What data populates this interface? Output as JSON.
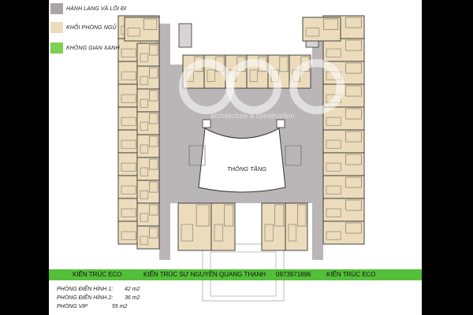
{
  "legend": [
    {
      "label": "HÀNH LANG VÀ LÕI ĐI",
      "color": "#aba5a9"
    },
    {
      "label": "KHỐI PHÒNG NGỦ",
      "color": "#ecdcbc"
    },
    {
      "label": "KHÔNG GIAN XANH",
      "color": "#7fcf52"
    }
  ],
  "plan": {
    "void_label": "THÔNG TẦNG",
    "corridor_color": "#bab6b8",
    "room_color": "#ecdcbc",
    "wall_color": "#333333"
  },
  "banner": {
    "color": "#54bf3a",
    "items": [
      "KIẾN TRÚC ECO",
      "KIẾN TRÚC SƯ NGUYỄN QUANG THẠNH",
      "0973971896",
      "KIẾN TRÚC ECO"
    ]
  },
  "areas": [
    {
      "label": "PHÒNG ĐIỂN HÌNH 1:",
      "value": "42 m2"
    },
    {
      "label": "PHÒNG ĐIỂN HÌNH 2:",
      "value": "36 m2"
    },
    {
      "label": "PHÒNG VIP",
      "value": "55 m2"
    }
  ],
  "watermark": {
    "logo": "eco",
    "tagline": "architecture & construction"
  }
}
